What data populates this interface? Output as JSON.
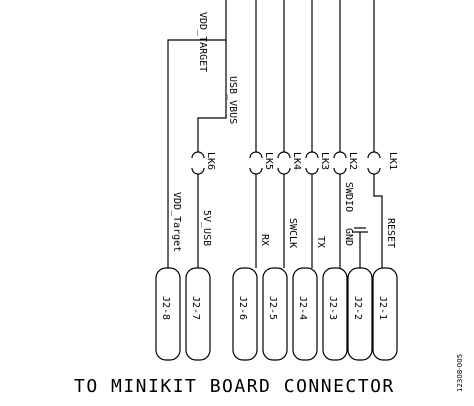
{
  "nets": {
    "vdd_target_top": "VDD_TARGET",
    "usb_vbus": "USB_VBUS",
    "vdd_target": "VDD_Target",
    "five_v_usb": "5V_USB",
    "rx": "RX",
    "swclk": "SWCLK",
    "tx": "TX",
    "swdio": "SWDIO",
    "gnd": "GND",
    "reset": "RESET"
  },
  "links": [
    "LK6",
    "LK5",
    "LK4",
    "LK3",
    "LK2",
    "LK1"
  ],
  "connectors": [
    "J2-8",
    "J2-7",
    "J2-6",
    "J2-5",
    "J2-4",
    "J2-3",
    "J2-2",
    "J2-1"
  ],
  "caption": "TO MINIKIT BOARD CONNECTOR",
  "doc_number": "12308-005"
}
